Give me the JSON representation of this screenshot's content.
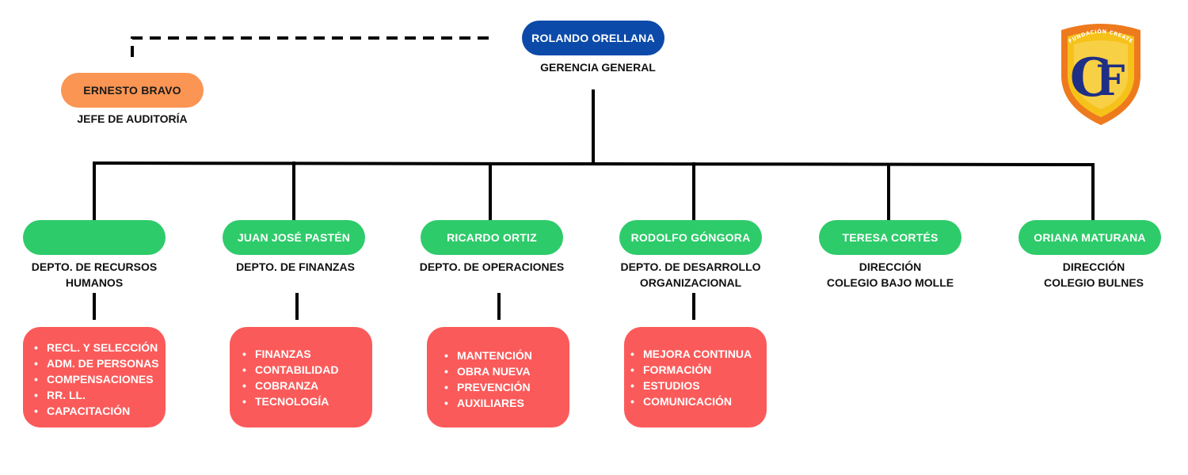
{
  "top": {
    "name": "ROLANDO ORELLANA",
    "title": "GERENCIA GENERAL"
  },
  "audit": {
    "name": "ERNESTO BRAVO",
    "title": "JEFE DE AUDITORÍA"
  },
  "logo": {
    "ring_text": "FUNDACIÓN CREATE",
    "letters": "CF",
    "colors": {
      "outer": "#ee7a1e",
      "inner": "#f6c21a",
      "letter": "#1f2f85"
    }
  },
  "departments": [
    {
      "name": "",
      "title_lines": [
        "DEPTO. DE RECURSOS",
        "HUMANOS"
      ],
      "items": [
        "RECL. Y SELECCIÓN",
        "ADM. DE PERSONAS",
        "COMPENSACIONES",
        "RR. LL.",
        "CAPACITACIÓN"
      ]
    },
    {
      "name": "JUAN JOSÉ PASTÉN",
      "title_lines": [
        "DEPTO. DE FINANZAS"
      ],
      "items": [
        "FINANZAS",
        "CONTABILIDAD",
        "COBRANZA",
        "TECNOLOGÍA"
      ]
    },
    {
      "name": "RICARDO ORTIZ",
      "title_lines": [
        "DEPTO. DE OPERACIONES"
      ],
      "items": [
        "MANTENCIÓN",
        "OBRA NUEVA",
        "PREVENCIÓN",
        "AUXILIARES"
      ]
    },
    {
      "name": "RODOLFO GÓNGORA",
      "title_lines": [
        "DEPTO. DE DESARROLLO",
        "ORGANIZACIONAL"
      ],
      "items": [
        "MEJORA CONTINUA",
        "FORMACIÓN",
        "ESTUDIOS",
        "COMUNICACIÓN"
      ]
    },
    {
      "name": "TERESA CORTÉS",
      "title_lines": [
        "DIRECCIÓN",
        "COLEGIO BAJO MOLLE"
      ],
      "items": []
    },
    {
      "name": "ORIANA MATURANA",
      "title_lines": [
        "DIRECCIÓN",
        "COLEGIO BULNES"
      ],
      "items": []
    }
  ],
  "colors": {
    "top_node": "#0b4aa8",
    "audit_node": "#fb9553",
    "dept_node": "#2ecb6a",
    "area_box": "#fb5a5a",
    "lines": "#000000"
  }
}
